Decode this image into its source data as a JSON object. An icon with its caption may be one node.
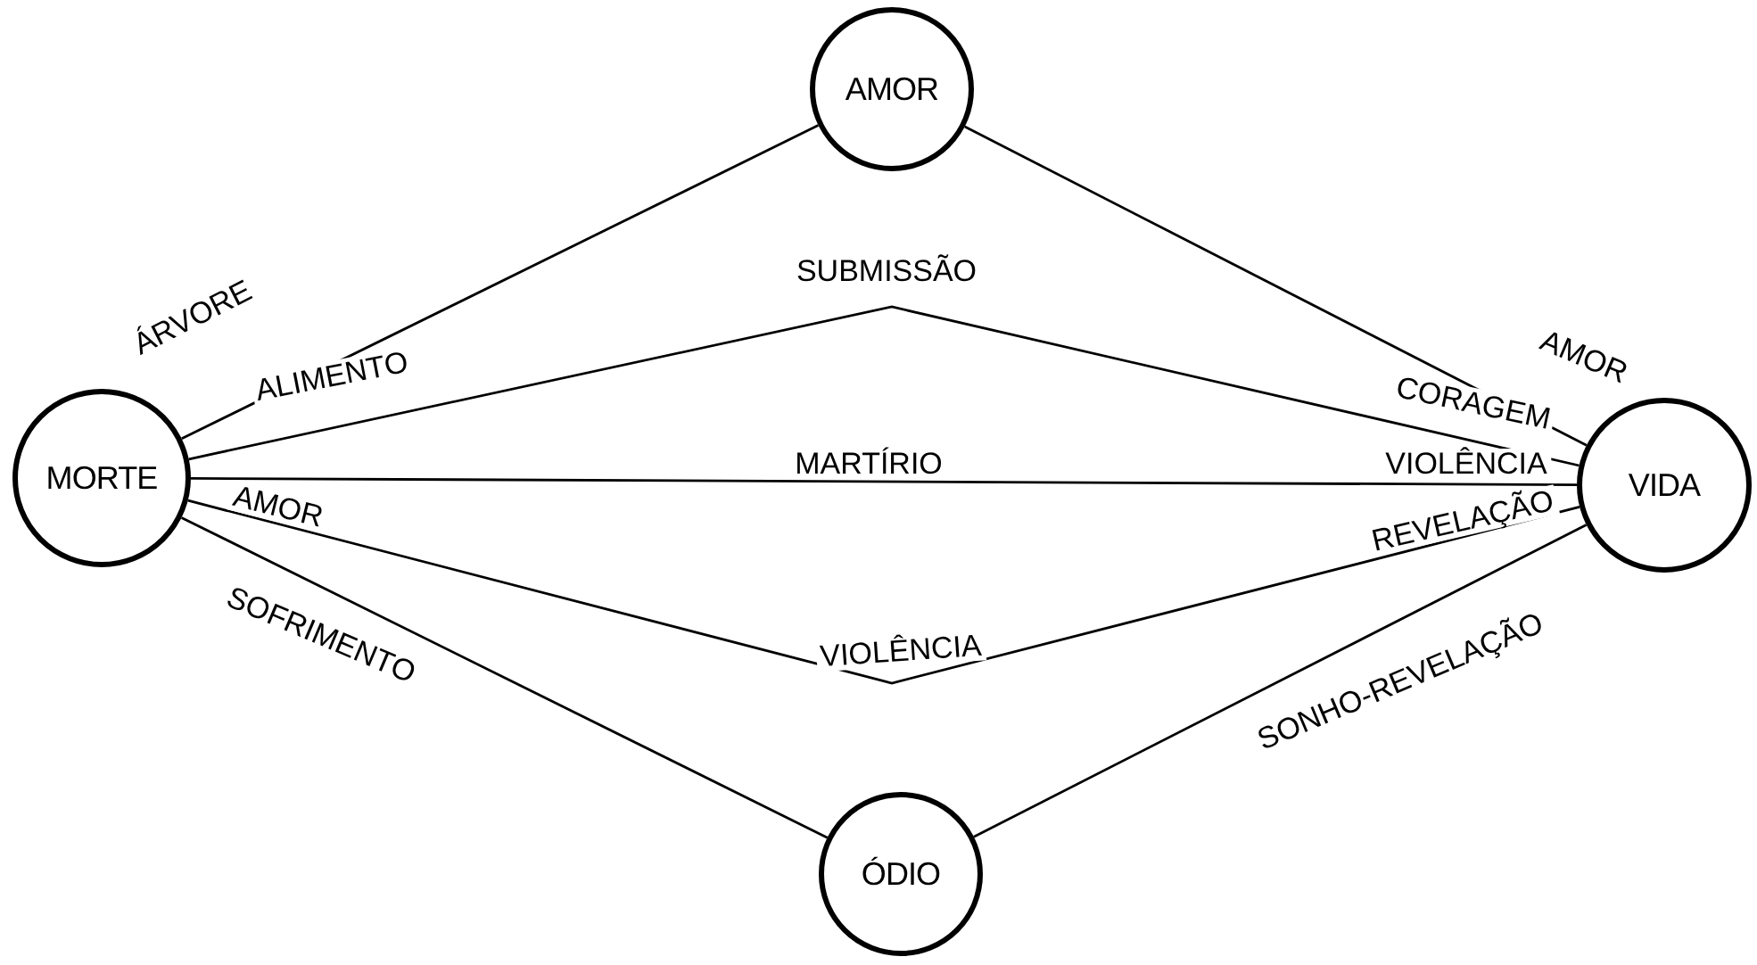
{
  "diagram": {
    "nodes": [
      {
        "text": [
          "AMOR"
        ]
      },
      {
        "text": [
          "MORTE"
        ]
      },
      {
        "text": [
          "VIDA"
        ]
      },
      {
        "text": [
          "ÓDIO"
        ]
      }
    ],
    "edges": [
      {
        "from": 1,
        "to": 0,
        "arrow": "none",
        "label": "ÁRVORE"
      },
      {
        "from": 0,
        "to": 2,
        "arrow": "none",
        "label": "AMOR"
      },
      {
        "from": 1,
        "to": 2,
        "arrow": "none",
        "label": "SUBMISSÃO"
      },
      {
        "from": 1,
        "to": 2,
        "arrow": "none",
        "label": "MARTÍRIO"
      },
      {
        "from": 1,
        "to": 2,
        "arrow": "none",
        "label": "VIOLÊNCIA"
      },
      {
        "from": 1,
        "to": 3,
        "arrow": "none",
        "label": "SOFRIMENTO"
      },
      {
        "from": 3,
        "to": 2,
        "arrow": "none",
        "label": "SONHO-REVELAÇÃO"
      }
    ],
    "labels": [
      "ALIMENTO",
      "CORAGEM",
      "VIOLÊNCIA",
      "AMOR",
      "REVELAÇÃO"
    ]
  }
}
